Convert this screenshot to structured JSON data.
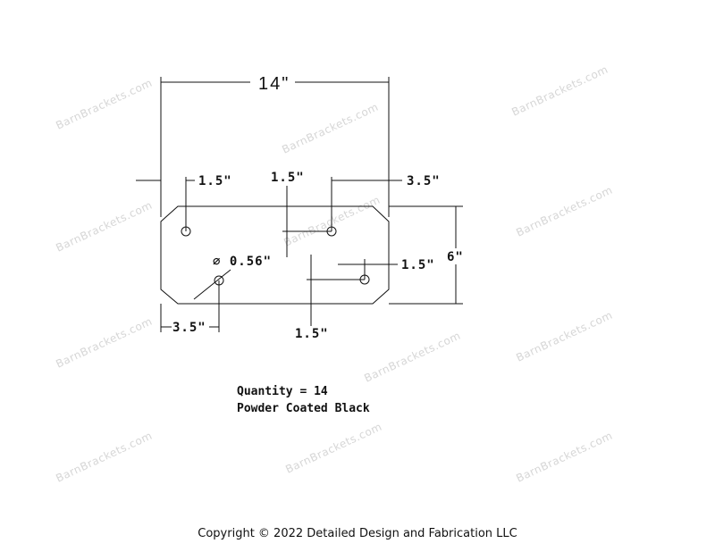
{
  "watermark": "BarnBrackets.com",
  "dimensions": {
    "overall_width": "14\"",
    "height": "6\"",
    "left_hole_offset": "1.5\"",
    "top_hole_offset": "1.5\"",
    "right_hole_from_right": "3.5\"",
    "hole_diameter": "∅ 0.56\"",
    "right_lower_hole_offset": "1.5\"",
    "lower_hole_from_left": "3.5\"",
    "bottom_hole_offset": "1.5\""
  },
  "notes": {
    "quantity": "Quantity = 14",
    "finish": "Powder Coated Black"
  },
  "copyright": "Copyright © 2022 Detailed Design and Fabrication LLC"
}
